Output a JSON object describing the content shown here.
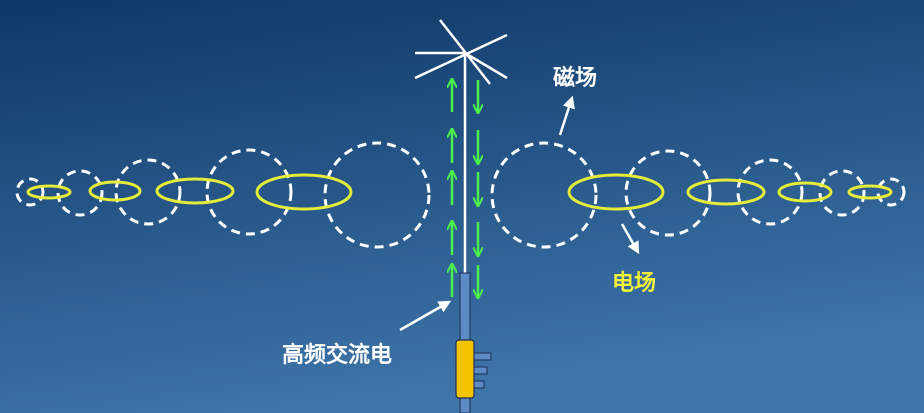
{
  "labels": {
    "magnetic_field": "磁场",
    "electric_field": "电场",
    "hf_ac": "高频交流电"
  },
  "colors": {
    "background_top": "#0d3766",
    "background_bottom": "#3e74a8",
    "magnetic_loop": "#ffffff",
    "electric_loop": "#e6ec3a",
    "current_arrow": "#4cf04c",
    "feed_box": "#f5c400",
    "mast": "#5b8ac4",
    "electric_label": "#f2f23a"
  }
}
